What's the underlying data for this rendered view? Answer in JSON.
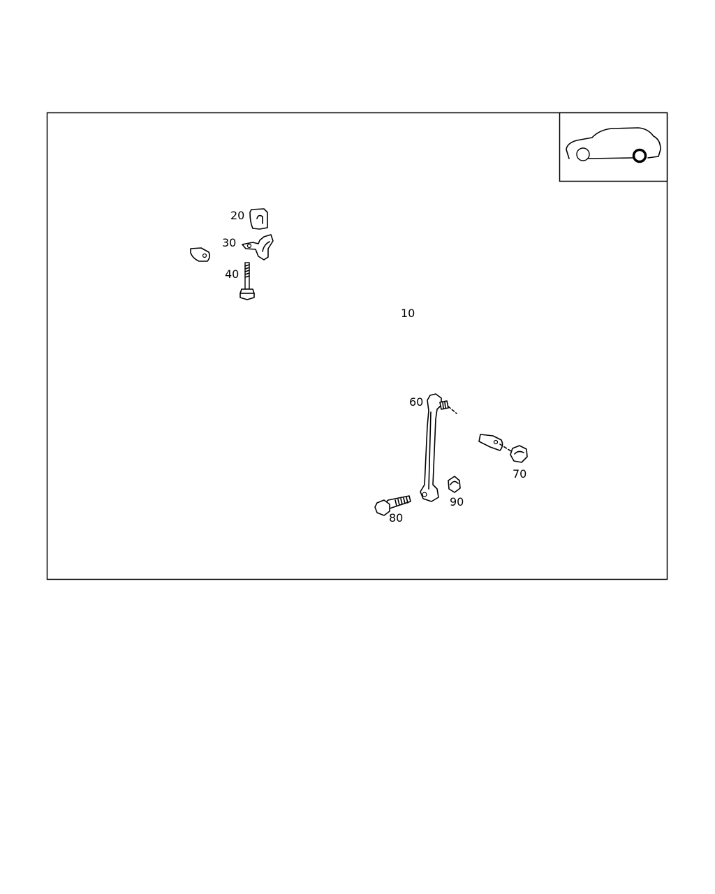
{
  "callouts": {
    "c10": "10",
    "c20": "20",
    "c30": "30",
    "c40": "40",
    "c60": "60",
    "c70": "70",
    "c80": "80",
    "c90": "90"
  },
  "locator": {
    "icon": "car-side-icon",
    "highlight": "rear-wheel"
  },
  "colors": {
    "line": "#000000",
    "background": "#ffffff"
  }
}
